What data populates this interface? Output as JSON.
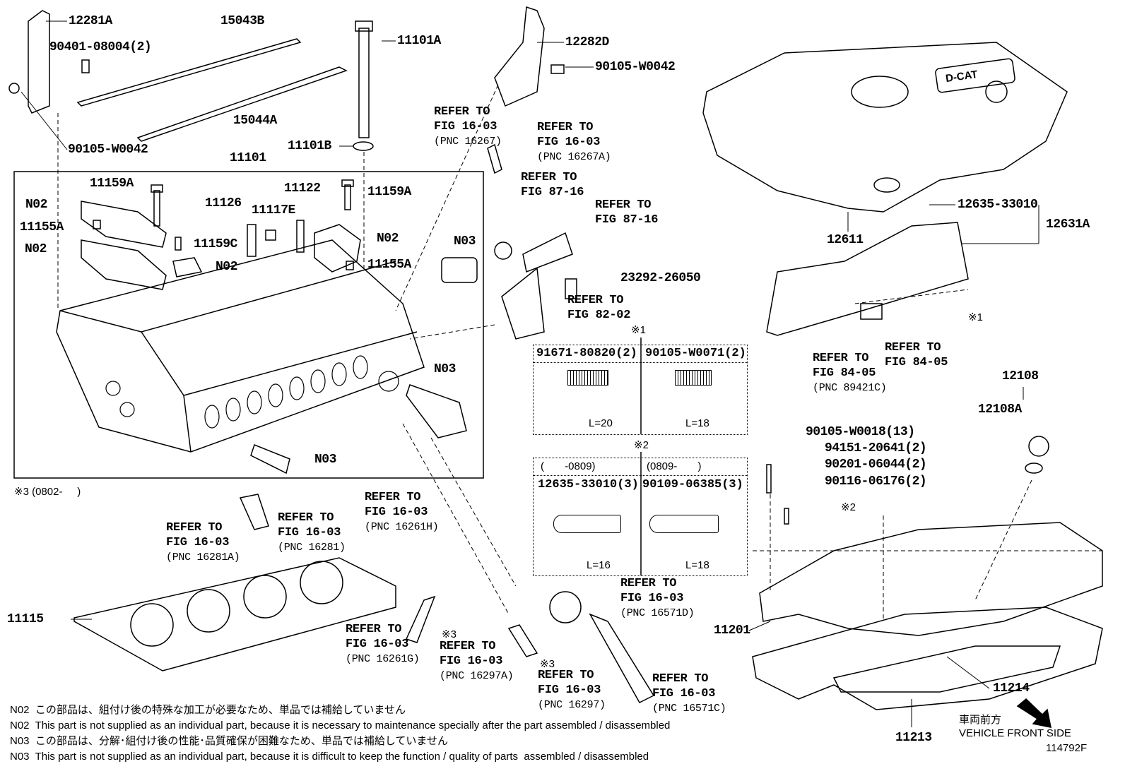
{
  "figure_id": "114792F",
  "parts": {
    "p12281A": "12281A",
    "p15043B": "15043B",
    "p90401": "90401-08004(2)",
    "p11101A": "11101A",
    "p12282D": "12282D",
    "p90105a": "90105-W0042",
    "p90105b": "90105-W0042",
    "p15044A": "15044A",
    "p11101B": "11101B",
    "p11101": "11101",
    "p11159A_1": "11159A",
    "p11159A_2": "11159A",
    "p11126": "11126",
    "p11117E": "11117E",
    "p11122": "11122",
    "p11155A_1": "11155A",
    "p11155A_2": "11155A",
    "p11159C": "11159C",
    "p23292": "23292-26050",
    "p11115": "11115",
    "p12635": "12635-33010",
    "p12631A": "12631A",
    "p12611": "12611",
    "p12108": "12108",
    "p12108A": "12108A",
    "p90105w18": "90105-W0018(13)",
    "p94151": "94151-20641(2)",
    "p90201": "90201-06044(2)",
    "p90116": "90116-06176(2)",
    "p11201": "11201",
    "p11214": "11214",
    "p11213": "11213"
  },
  "codes": {
    "n02_a": "N02",
    "n02_b": "N02",
    "n02_c": "N02",
    "n02_d": "N02",
    "n03_a": "N03",
    "n03_b": "N03",
    "n03_c": "N03",
    "mark1_a": "※1",
    "mark1_b": "※1",
    "mark2_a": "※2",
    "mark2_b": "※2",
    "mark3_a": "※3",
    "mark3_b": "※3",
    "mark3_range": "※3 (0802-     )"
  },
  "refers": [
    {
      "l1": "REFER TO",
      "l2": "FIG 16-03",
      "l3": "(PNC 16267)"
    },
    {
      "l1": "REFER TO",
      "l2": "FIG 16-03",
      "l3": "(PNC 16267A)"
    },
    {
      "l1": "REFER TO",
      "l2": "FIG 87-16",
      "l3": ""
    },
    {
      "l1": "REFER TO",
      "l2": "FIG 87-16",
      "l3": ""
    },
    {
      "l1": "REFER TO",
      "l2": "FIG 82-02",
      "l3": ""
    },
    {
      "l1": "REFER TO",
      "l2": "FIG 16-03",
      "l3": "(PNC 16281A)"
    },
    {
      "l1": "REFER TO",
      "l2": "FIG 16-03",
      "l3": "(PNC 16281)"
    },
    {
      "l1": "REFER TO",
      "l2": "FIG 16-03",
      "l3": "(PNC 16261H)"
    },
    {
      "l1": "REFER TO",
      "l2": "FIG 16-03",
      "l3": "(PNC 16261G)"
    },
    {
      "l1": "REFER TO",
      "l2": "FIG 16-03",
      "l3": "(PNC 16297A)"
    },
    {
      "l1": "REFER TO",
      "l2": "FIG 16-03",
      "l3": "(PNC 16297)"
    },
    {
      "l1": "REFER TO",
      "l2": "FIG 16-03",
      "l3": "(PNC 16571D)"
    },
    {
      "l1": "REFER TO",
      "l2": "FIG 16-03",
      "l3": "(PNC 16571C)"
    },
    {
      "l1": "REFER TO",
      "l2": "FIG 84-05",
      "l3": "(PNC 89421C)"
    },
    {
      "l1": "REFER TO",
      "l2": "FIG 84-05",
      "l3": ""
    }
  ],
  "table1": {
    "col1_part": "91671-80820(2)",
    "col1_len": "L=20",
    "col2_part": "90105-W0071(2)",
    "col2_len": "L=18"
  },
  "table2": {
    "col1_range": "(       -0809)",
    "col1_part": "12635-33010(3)",
    "col1_len": "L=16",
    "col2_range": "(0809-       )",
    "col2_part": "90109-06385(3)",
    "col2_len": "L=18"
  },
  "cover_logo": "D-CAT",
  "front": {
    "jp": "車両前方",
    "en": "VEHICLE FRONT SIDE"
  },
  "notes": [
    "N02  この部品は、組付け後の特殊な加工が必要なため、単品では補給していません",
    "N02  This part is not supplied as an individual part, because it is necessary to maintenance specially after the part assembled / disassembled",
    "N03  この部品は、分解･組付け後の性能･品質確保が困難なため、単品では補給していません",
    "N03  This part is not supplied as an individual part, because it is difficult to keep the function / quality of parts  assembled / disassembled"
  ]
}
